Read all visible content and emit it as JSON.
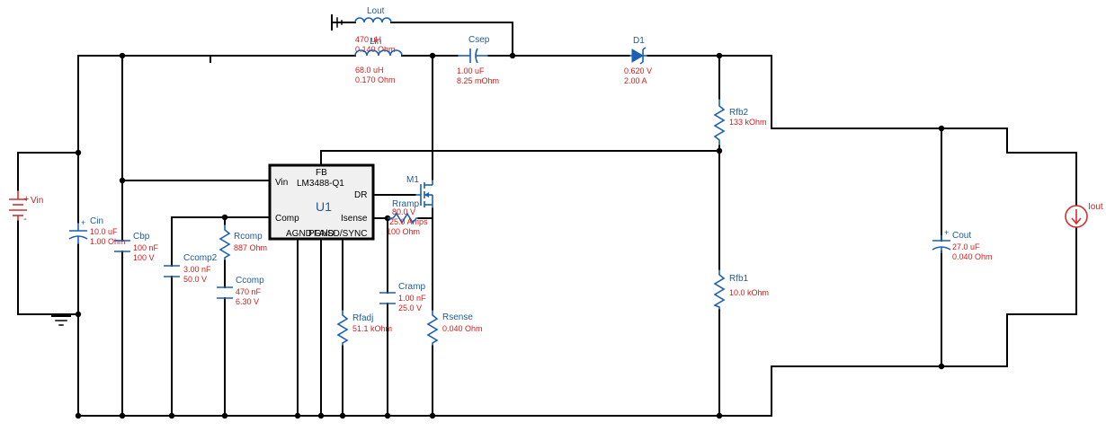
{
  "components": {
    "lout": {
      "ref": "Lout",
      "value": "470 uH",
      "esr": "0.140 Ohm"
    },
    "lin": {
      "ref": "Lin",
      "value": "68.0 uH",
      "esr": "0.170 Ohm"
    },
    "csep": {
      "ref": "Csep",
      "value": "1.00 uF",
      "esr": "8.25 mOhm"
    },
    "d1": {
      "ref": "D1",
      "vf": "0.620 V",
      "current": "2.00 A"
    },
    "rfb2": {
      "ref": "Rfb2",
      "value": "133 kOhm"
    },
    "rfb1": {
      "ref": "Rfb1",
      "value": "10.0 kOhm"
    },
    "vin": {
      "ref": "Vin"
    },
    "cin": {
      "ref": "Cin",
      "value": "10.0 uF",
      "esr": "1.00 Ohm"
    },
    "cbp": {
      "ref": "Cbp",
      "value": "100 nF",
      "voltage": "100 V"
    },
    "ccomp2": {
      "ref": "Ccomp2",
      "value": "3.00 nF",
      "voltage": "50.0 V"
    },
    "rcomp": {
      "ref": "Rcomp",
      "value": "887 Ohm"
    },
    "ccomp": {
      "ref": "Ccomp",
      "value": "470 nF",
      "voltage": "6.30 V"
    },
    "m1": {
      "ref": "M1"
    },
    "rramp": {
      "ref": "Rramp",
      "value": "80.0 V",
      "current": "25.0 Amps",
      "res": "100 Ohm"
    },
    "rfadj": {
      "ref": "Rfadj",
      "value": "51.1 kOhm"
    },
    "cramp": {
      "ref": "Cramp",
      "value": "1.00 nF",
      "voltage": "25.0 V"
    },
    "rsense": {
      "ref": "Rsense",
      "value": "0.040 Ohm"
    },
    "cout": {
      "ref": "Cout",
      "value": "27.0 uF",
      "esr": "0.040 Ohm"
    },
    "iout": {
      "ref": "Iout"
    }
  },
  "ic": {
    "ref": "U1",
    "part": "LM3488-Q1",
    "pins": {
      "fb": "FB",
      "vin": "Vin",
      "dr": "DR",
      "comp": "Comp",
      "isense": "Isense",
      "agnd": "AGND",
      "pgnd": "PGND",
      "fa": "FA/SD/SYNC"
    }
  },
  "colors": {
    "wire": "#000000",
    "component": "#1a5fb4",
    "source": "#d32f2f",
    "label": "#1f5a98",
    "value": "#d01c1c"
  }
}
